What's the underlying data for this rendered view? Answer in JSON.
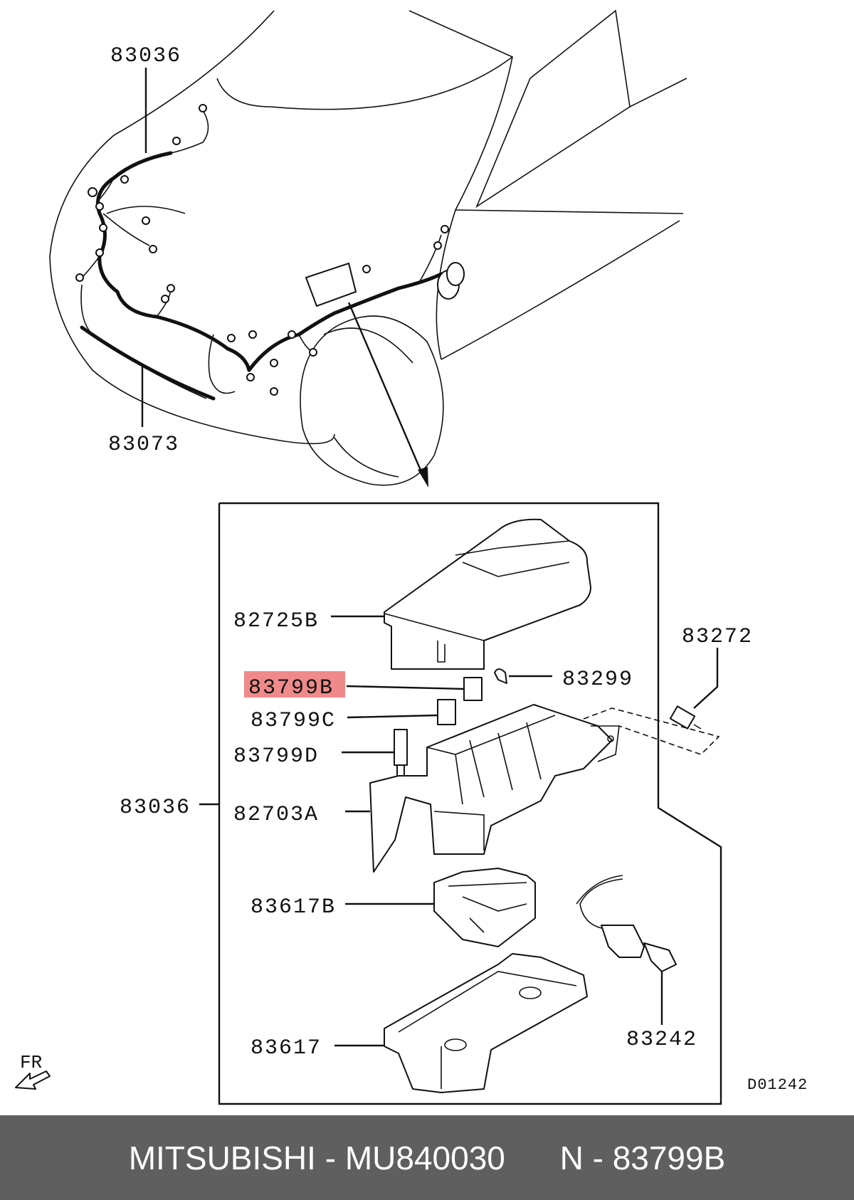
{
  "callouts": {
    "top_harness": "83036",
    "bottom_harness": "83073",
    "cover": "82725B",
    "relay_b": "83799B",
    "relay_c": "83799C",
    "relay_d": "83799D",
    "box_assembly": "83036",
    "box_body": "82703A",
    "holder": "83617B",
    "tray": "83617",
    "clip": "83299",
    "bolt": "83272",
    "sensor": "83242"
  },
  "direction_label": "FR",
  "diagram_code": "D01242",
  "highlight_color": "#f08a8a",
  "footer": {
    "brand": "MITSUBISHI",
    "separator1": " - ",
    "part_number": "MU840030",
    "gap": "      ",
    "ref_prefix": "N",
    "separator2": " - ",
    "ref_code": "83799B"
  }
}
